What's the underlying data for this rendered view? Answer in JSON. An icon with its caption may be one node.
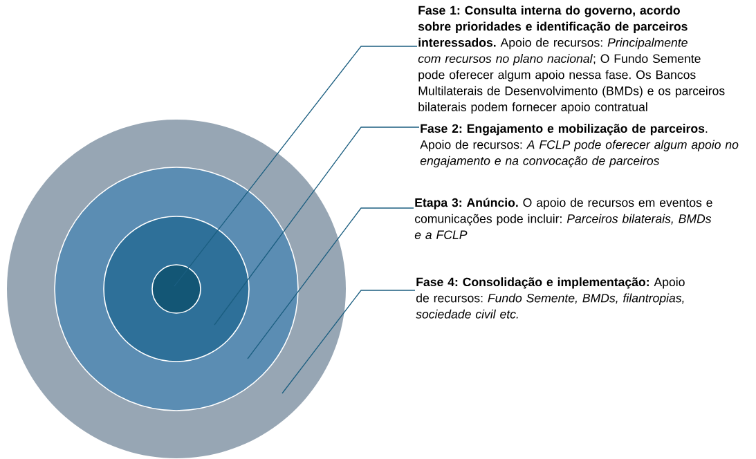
{
  "diagram": {
    "nodes": [
      {
        "text": [],
        "shape": "circle"
      },
      {
        "text": [],
        "shape": "circle",
        "in": 0
      },
      {
        "text": [],
        "shape": "circle",
        "in": 1
      },
      {
        "text": [],
        "shape": "circle",
        "in": 2
      },
      {
        "text": [
          "**Fase 1: Consulta interna do governo, acordo sobre prioridades e identificação de parceiros interessados.** Apoio de recursos: *Principalmente com recursos no plano nacional*; O Fundo Semente pode oferecer algum apoio nessa fase. Os Bancos Multilaterais de Desenvolvimento (BMDs) e os parceiros bilaterais podem fornecer apoio contratual"
        ]
      },
      {
        "text": [
          "**Fase 2: Engajamento e mobilização de parceiros**. Apoio de recursos: *A FCLP pode oferecer algum apoio no engajamento e na convocação de parceiros*"
        ]
      },
      {
        "text": [
          "**Etapa 3: Anúncio.** O apoio de recursos em eventos e comunicações pode incluir: *Parceiros bilaterais, BMDs e a FCLP*"
        ]
      },
      {
        "text": [
          "**Fase 4: Consolidação e implementação:** Apoio de recursos: *Fundo Semente, BMDs, filantropias, sociedade civil etc.*"
        ]
      }
    ],
    "edges": [
      {
        "from": 4,
        "to": 3,
        "arrow": "none"
      },
      {
        "from": 5,
        "to": 2,
        "arrow": "none"
      },
      {
        "from": 6,
        "to": 1,
        "arrow": "none"
      },
      {
        "from": 7,
        "to": 0,
        "arrow": "none"
      }
    ]
  }
}
